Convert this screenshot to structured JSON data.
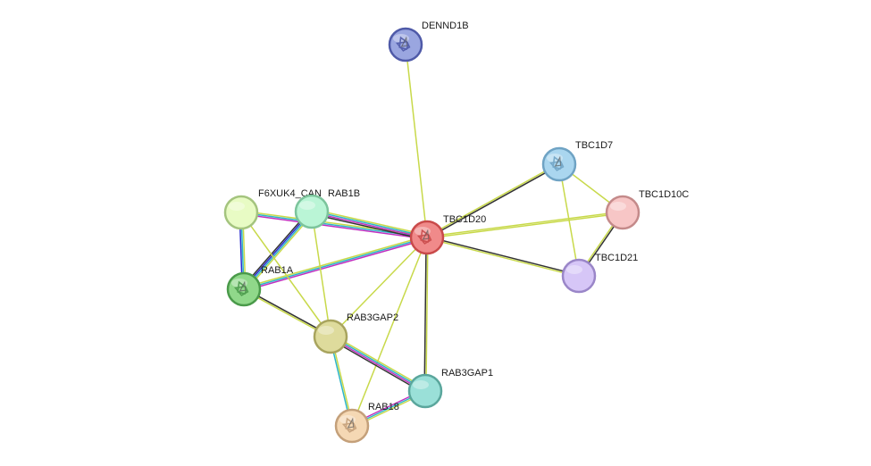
{
  "nodes": [
    {
      "id": "DENND1B",
      "label": "DENND1B",
      "fill": "#9aa6e0",
      "stroke": "#4f5aa8",
      "glyph": "protein-structure"
    },
    {
      "id": "TBC1D7",
      "label": "TBC1D7",
      "fill": "#aad6ef",
      "stroke": "#6fa3c4",
      "glyph": "protein-structure"
    },
    {
      "id": "TBC1D10C",
      "label": "TBC1D10C",
      "fill": "#f7c6c6",
      "stroke": "#c48a8a",
      "glyph": ""
    },
    {
      "id": "TBC1D20",
      "label": "TBC1D20",
      "fill": "#f08a8a",
      "stroke": "#c94a4a",
      "glyph": "protein-structure"
    },
    {
      "id": "TBC1D21",
      "label": "TBC1D21",
      "fill": "#d6c6f7",
      "stroke": "#9a86c8",
      "glyph": ""
    },
    {
      "id": "F6XUK4_CAN",
      "label": "F6XUK4_CAN",
      "fill": "#e8fbc4",
      "stroke": "#a4c47e",
      "glyph": ""
    },
    {
      "id": "RAB1B",
      "label": "RAB1B",
      "fill": "#baf5d6",
      "stroke": "#7cc49c",
      "glyph": ""
    },
    {
      "id": "RAB1A",
      "label": "RAB1A",
      "fill": "#90d88a",
      "stroke": "#4a9a4a",
      "glyph": "protein-structure"
    },
    {
      "id": "RAB3GAP2",
      "label": "RAB3GAP2",
      "fill": "#dedb9c",
      "stroke": "#a8a45e",
      "glyph": ""
    },
    {
      "id": "RAB3GAP1",
      "label": "RAB3GAP1",
      "fill": "#9ae0d8",
      "stroke": "#5aa69c",
      "glyph": ""
    },
    {
      "id": "RAB18",
      "label": "RAB18",
      "fill": "#f5d8b4",
      "stroke": "#c4a07a",
      "glyph": "protein-structure"
    }
  ],
  "edges": [
    {
      "from": "DENND1B",
      "to": "TBC1D20",
      "colors": [
        "#c8d94a"
      ]
    },
    {
      "from": "TBC1D7",
      "to": "TBC1D20",
      "colors": [
        "#333333",
        "#c8d94a"
      ]
    },
    {
      "from": "TBC1D7",
      "to": "TBC1D10C",
      "colors": [
        "#c8d94a"
      ]
    },
    {
      "from": "TBC1D7",
      "to": "TBC1D21",
      "colors": [
        "#c8d94a"
      ]
    },
    {
      "from": "TBC1D10C",
      "to": "TBC1D20",
      "colors": [
        "#c8d94a",
        "#c8d94a"
      ]
    },
    {
      "from": "TBC1D10C",
      "to": "TBC1D21",
      "colors": [
        "#333333",
        "#c8d94a"
      ]
    },
    {
      "from": "TBC1D20",
      "to": "TBC1D21",
      "colors": [
        "#333333",
        "#c8d94a"
      ]
    },
    {
      "from": "F6XUK4_CAN",
      "to": "TBC1D20",
      "colors": [
        "#c8d94a",
        "#2eb5c8",
        "#c030c0"
      ]
    },
    {
      "from": "RAB1B",
      "to": "TBC1D20",
      "colors": [
        "#c8d94a",
        "#2eb5c8",
        "#c030c0",
        "#333333"
      ]
    },
    {
      "from": "RAB1A",
      "to": "TBC1D20",
      "colors": [
        "#c8d94a",
        "#2eb5c8",
        "#c030c0"
      ]
    },
    {
      "from": "F6XUK4_CAN",
      "to": "RAB1A",
      "colors": [
        "#c8d94a",
        "#2eb5c8",
        "#2a2ad0"
      ]
    },
    {
      "from": "RAB1B",
      "to": "RAB1A",
      "colors": [
        "#c8d94a",
        "#2eb5c8",
        "#2a2ad0",
        "#333333"
      ]
    },
    {
      "from": "F6XUK4_CAN",
      "to": "RAB3GAP2",
      "colors": [
        "#c8d94a"
      ]
    },
    {
      "from": "RAB1B",
      "to": "RAB3GAP2",
      "colors": [
        "#c8d94a"
      ]
    },
    {
      "from": "RAB1A",
      "to": "RAB3GAP2",
      "colors": [
        "#333333",
        "#c8d94a"
      ]
    },
    {
      "from": "RAB3GAP2",
      "to": "TBC1D20",
      "colors": [
        "#c8d94a"
      ]
    },
    {
      "from": "RAB3GAP1",
      "to": "TBC1D20",
      "colors": [
        "#333333",
        "#c8d94a"
      ]
    },
    {
      "from": "RAB18",
      "to": "TBC1D20",
      "colors": [
        "#c8d94a"
      ]
    },
    {
      "from": "RAB3GAP2",
      "to": "RAB3GAP1",
      "colors": [
        "#c8d94a",
        "#2eb5c8",
        "#c030c0",
        "#333333"
      ]
    },
    {
      "from": "RAB3GAP2",
      "to": "RAB18",
      "colors": [
        "#c8d94a",
        "#2eb5c8"
      ]
    },
    {
      "from": "RAB3GAP1",
      "to": "RAB18",
      "colors": [
        "#c8d94a",
        "#2eb5c8",
        "#c030c0"
      ]
    }
  ]
}
